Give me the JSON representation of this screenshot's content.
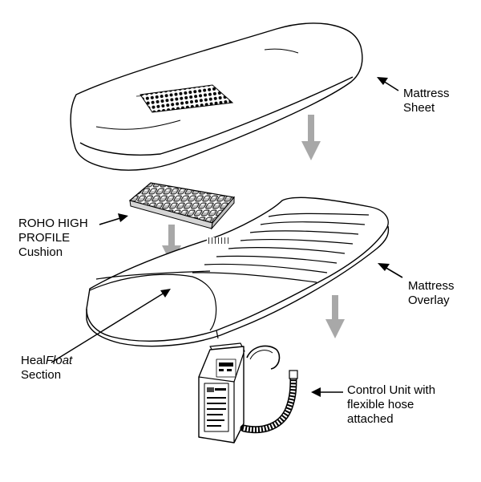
{
  "labels": {
    "mattress_sheet": {
      "line1": "Mattress",
      "line2": "Sheet"
    },
    "roho_cushion": {
      "line1": "ROHO HIGH",
      "line2": "PROFILE",
      "line3": "Cushion"
    },
    "mattress_overlay": {
      "line1": "Mattress",
      "line2": "Overlay"
    },
    "healfloat": {
      "prefix": "Heal",
      "italic": "Float",
      "line2": "Section"
    },
    "control_unit": {
      "line1": "Control Unit with",
      "line2": "flexible hose",
      "line3": "attached"
    }
  },
  "colors": {
    "outline": "#000000",
    "arrow_gray": "#a8a8a8",
    "background": "#ffffff"
  }
}
